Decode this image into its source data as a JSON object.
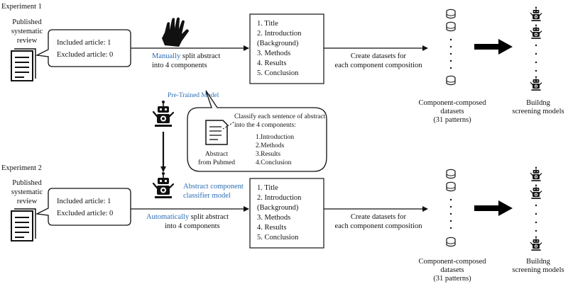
{
  "colors": {
    "accent": "#2a6db5",
    "ink": "#111111"
  },
  "experiment1": {
    "label": "Experiment 1",
    "source_lines": [
      "Published",
      "systematic",
      "review"
    ],
    "included": "Included article: 1",
    "excluded": "Excluded article: 0",
    "split_word": "Manually",
    "split_rest": " split abstract",
    "split_line2": "into 4 components",
    "list": [
      "1.  Title",
      "2.  Introduction",
      "     (Background)",
      "3.  Methods",
      "4.  Results",
      "5.  Conclusion"
    ],
    "create_line1": "Create datasets for",
    "create_line2": "each component composition",
    "datasets_lines": [
      "Component-composed",
      "datasets",
      "(31 patterns)"
    ],
    "models_lines": [
      "Buildng",
      "screening models"
    ]
  },
  "middle": {
    "pretrained_label": "Pre-Trained Model",
    "bubble_lines": [
      "Classify each sentence of abstract",
      "into the 4 components:"
    ],
    "bubble_list": [
      "1.Introduction",
      "2.Methods",
      "3.Results",
      "4.Conclusion"
    ],
    "abstract_lines": [
      "Abstract",
      "from Pubmed"
    ]
  },
  "experiment2": {
    "label": "Experiment 2",
    "source_lines": [
      "Published",
      "systematic",
      "review"
    ],
    "included": "Included article: 1",
    "excluded": "Excluded article: 0",
    "classifier_lines": [
      "Abstract component",
      "classifier model"
    ],
    "split_word": "Automatically",
    "split_rest": " split abstract",
    "split_line2": "into 4 components",
    "list": [
      "1.  Title",
      "2.  Introduction",
      "     (Background)",
      "3.  Methods",
      "4.  Results",
      "5.  Conclusion"
    ],
    "create_line1": "Create datasets for",
    "create_line2": "each component composition",
    "datasets_lines": [
      "Component-composed",
      "datasets",
      "(31 patterns)"
    ],
    "models_lines": [
      "Buildng",
      "screening models"
    ]
  },
  "icons": [
    "document-icon",
    "glove-icon",
    "database-icon",
    "robot-icon",
    "abstract-document-icon"
  ]
}
